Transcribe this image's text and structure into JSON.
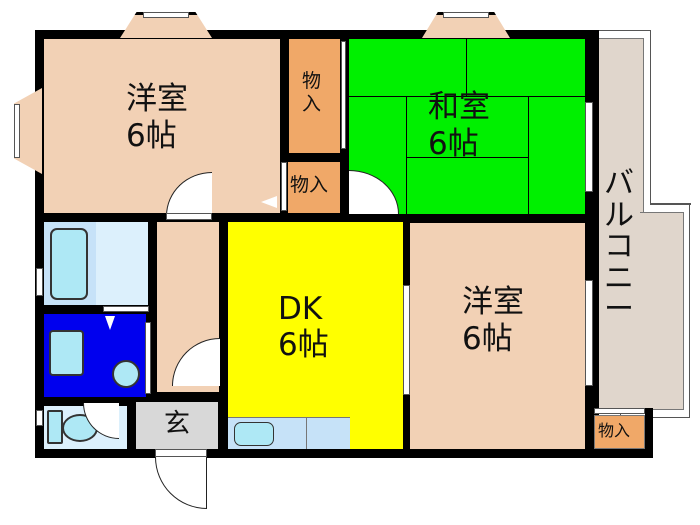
{
  "floor_plan": {
    "colors": {
      "western_room": "#f2d1b5",
      "japanese_room": "#00f000",
      "dk": "#ffff00",
      "storage": "#f0a868",
      "balcony": "#e0d6cc",
      "bath": "#c6e2f8",
      "bath_light": "#dcf0fc",
      "washroom": "#0000ee",
      "entrance": "#d8d8d8",
      "hallway": "#f2d1b5",
      "wall": "#000000"
    },
    "rooms": {
      "western_room_1": {
        "name": "洋室",
        "size": "6帖"
      },
      "japanese_room": {
        "name": "和室",
        "size": "6帖"
      },
      "dk": {
        "name": "DK",
        "size": "6帖"
      },
      "western_room_2": {
        "name": "洋室",
        "size": "6帖"
      },
      "storage_1": {
        "name": "物\n入"
      },
      "storage_2": {
        "name": "物入"
      },
      "storage_3": {
        "name": "物入"
      },
      "balcony": {
        "name": "バ\nル\nコ\nニ\nー"
      },
      "entrance": {
        "name": "玄"
      }
    }
  }
}
